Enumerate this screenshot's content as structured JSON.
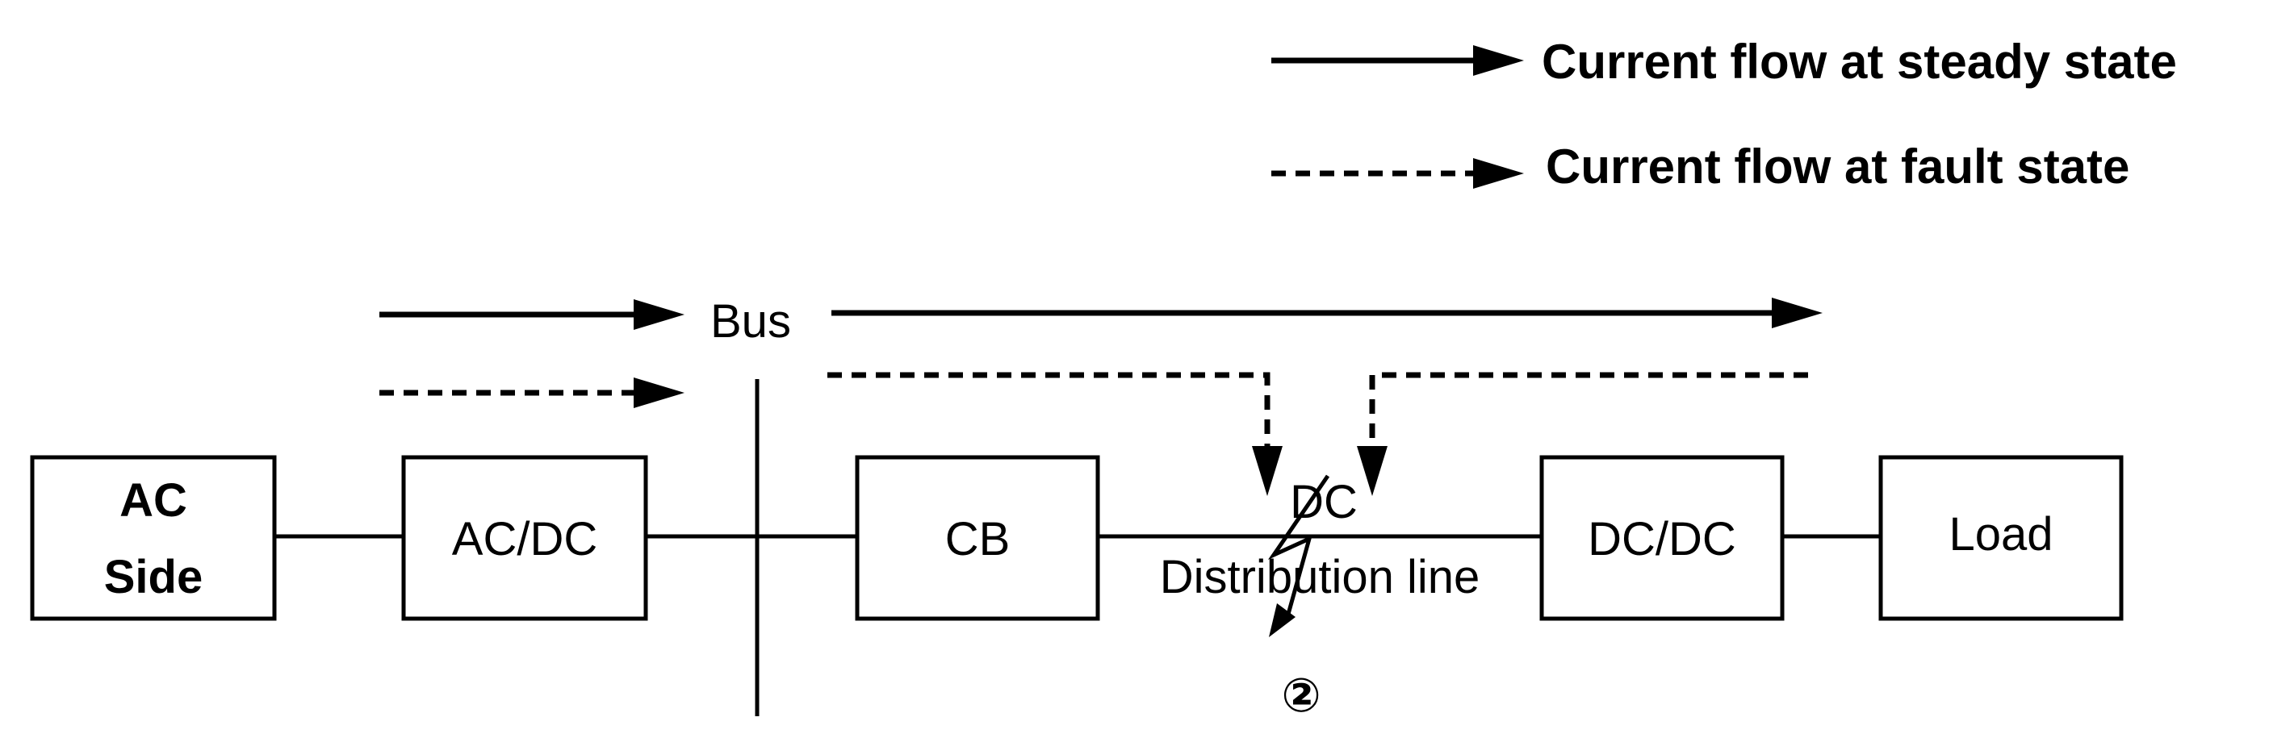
{
  "legend": {
    "steady": "Current flow at steady state",
    "fault": "Current flow at fault  state"
  },
  "blocks": {
    "ac_side_line1": "AC",
    "ac_side_line2": "Side",
    "acdc": "AC/DC",
    "cb": "CB",
    "dcdc": "DC/DC",
    "load": "Load"
  },
  "labels": {
    "bus": "Bus",
    "dc_line_top": "DC",
    "dc_line_bottom": "Distribution line",
    "fault_marker": "②"
  }
}
